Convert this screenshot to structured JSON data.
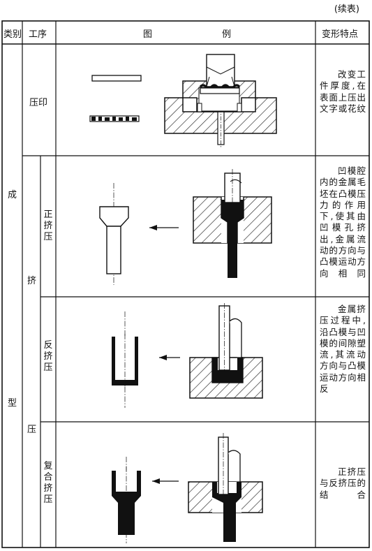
{
  "continued": "(续表)",
  "header": {
    "category": "类别",
    "process": "工序",
    "figure_1": "图",
    "figure_2": "例",
    "features": "变形特点"
  },
  "category_chars": [
    "成",
    "型"
  ],
  "extrusion_chars": [
    "挤",
    "压"
  ],
  "rows": [
    {
      "name": "压印",
      "description": "改变工件厚度,在表面上压出文字或花纹"
    },
    {
      "name_chars": [
        "正",
        "挤",
        "压"
      ],
      "description": "凹模腔内的金属毛坯在凸模压力的作用下,使其由凹模孔挤出,金属流动的方向与凸模运动方向相同"
    },
    {
      "name_chars": [
        "反",
        "挤",
        "压"
      ],
      "description": "金属挤压过程中,沿凸模与凹模的间隙塑流,其流动方向与凸模运动方向相反"
    },
    {
      "name_chars": [
        "复",
        "合",
        "挤",
        "压"
      ],
      "description": "正挤压与反挤压的结合"
    }
  ]
}
